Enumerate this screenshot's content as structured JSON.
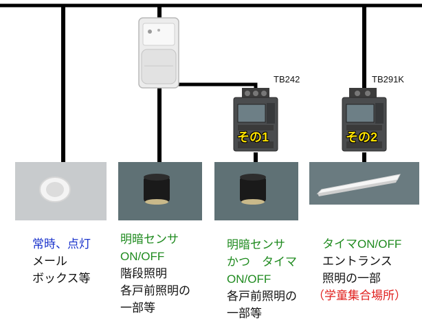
{
  "timers": [
    {
      "model": "TB242",
      "badge": "その1"
    },
    {
      "model": "TB291K",
      "badge": "その2"
    }
  ],
  "columns": [
    {
      "lines": [
        {
          "text": "常時、点灯",
          "color": "#1a33cc"
        },
        {
          "text": "メール",
          "color": "#111111"
        },
        {
          "text": "ボックス等",
          "color": "#111111"
        }
      ]
    },
    {
      "lines": [
        {
          "text": "明暗センサ",
          "color": "#1e8a1e"
        },
        {
          "text": "ON/OFF",
          "color": "#1e8a1e"
        },
        {
          "text": "階段照明",
          "color": "#111111"
        },
        {
          "text": "各戸前照明の",
          "color": "#111111"
        },
        {
          "text": "一部等",
          "color": "#111111"
        }
      ]
    },
    {
      "lines": [
        {
          "text": "明暗センサ",
          "color": "#1e8a1e"
        },
        {
          "text": "かつ　タイマ",
          "color": "#1e8a1e"
        },
        {
          "text": "ON/OFF",
          "color": "#1e8a1e"
        },
        {
          "text": "各戸前照明の",
          "color": "#111111"
        },
        {
          "text": "一部等",
          "color": "#111111"
        }
      ]
    },
    {
      "lines": [
        {
          "text": "タイマON/OFF",
          "color": "#1e8a1e"
        },
        {
          "text": "エントランス",
          "color": "#111111"
        },
        {
          "text": "照明の一部",
          "color": "#111111"
        },
        {
          "text": "（学童集合場所）",
          "color": "#e0201e"
        }
      ]
    }
  ]
}
